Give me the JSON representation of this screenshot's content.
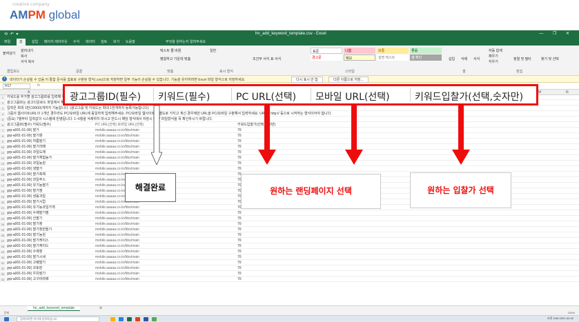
{
  "logo": {
    "tagline": "creative company",
    "part1": "AM",
    "part2": "PM",
    "part3": " global"
  },
  "excel": {
    "file_name": "hn_add_keyword_template.csv - Excel",
    "quick_access": "⟲ ↶ ▾",
    "window_controls": "— ❐ ✕",
    "tabs": [
      "파일",
      "홈",
      "삽입",
      "페이지 레이아웃",
      "수식",
      "데이터",
      "검토",
      "보기",
      "도움말"
    ],
    "tab_search": "무엇을 원하는지 알려주세요",
    "ribbon": {
      "groups": [
        "클립보드",
        "글꼴",
        "맞춤",
        "표시 형식",
        "스타일",
        "셀",
        "편집"
      ],
      "buttons": [
        "붙여넣기",
        "잘라내기",
        "복사",
        "서식 복사",
        "텍스트 줄 바꿈",
        "병합하고 가운데 맞춤",
        "일반",
        "조건부 서식",
        "표 서식",
        "삽입",
        "삭제",
        "서식",
        "자동 합계",
        "채우기",
        "지우기",
        "정렬 및 필터",
        "찾기 및 선택"
      ],
      "styles": [
        {
          "label": "표준",
          "bg": "#ffffff",
          "fg": "#333333"
        },
        {
          "label": "나쁨",
          "bg": "#ffc7ce",
          "fg": "#9c0006"
        },
        {
          "label": "보통",
          "bg": "#ffeb9c",
          "fg": "#9c5700"
        },
        {
          "label": "좋음",
          "bg": "#c6efce",
          "fg": "#006100"
        },
        {
          "label": "경고문",
          "bg": "#ffffff",
          "fg": "#ff0000"
        },
        {
          "label": "메모",
          "bg": "#ffffcc",
          "fg": "#333333"
        },
        {
          "label": "설명 텍스트",
          "bg": "#ffffff",
          "fg": "#7f7f7f"
        },
        {
          "label": "셀 확인",
          "bg": "#a5a5a5",
          "fg": "#ffffff"
        }
      ]
    },
    "message_bar": {
      "text": "데이터가 손실될 수 있음 이 통합 문서를 쉼표로 구분된 형식(.csv)으로 저장하면 일부 기능이 손실될 수 있습니다. 기능을 유지하려면 Excel 파일 형식으로 저장하세요.",
      "btn1": "다시 표시 안 함",
      "btn2": "다른 이름으로 저장..."
    },
    "name_box": "H17",
    "fx": "fx",
    "col_headers": [
      "A",
      "B",
      "C",
      "D",
      "E",
      "F",
      "G",
      "H",
      "I",
      "J",
      "K",
      "L",
      "M",
      "N"
    ],
    "rows": [
      {
        "n": "1",
        "a": "키워드를 추가할 광고그룹ID를 입력해 주세요.",
        "b": "",
        "d": ""
      },
      {
        "n": "2",
        "a": "광고그룹ID는 광고다운로드 파일에서 확인할 수 있습니다. 입찰가는 입력시 해당 값이 적용되며 미입력시 기본 입찰가가 적용됩니다.",
        "b": "",
        "d": ""
      },
      {
        "n": "3",
        "a": "입력은 최대 1만(10000)개까지 가능합니다. (광고그룹 및 키워드는 최대 1천개까지 등록가능합니다)",
        "b": "",
        "d": ""
      },
      {
        "n": "4",
        "a": "그룹의 웹사이트URL이 1개인 경우라도 PC/모바일 URL에 동일하게 입력해주세요. PC/모바일 웹사이트를 별도로 가지고 계신 경우에만 URL을 PC/모바일 구분해서 입력하세요. URL은 http:// 등으로 시작하는 형식이어야 합니다.",
        "b": "",
        "d": ""
      },
      {
        "n": "5",
        "a": "(중요) 7행부터 입력값이 시스템에 반영됩니다. 1~6행을 삭제하지 마시고 반드시 해당 형식에서 저장시 CSV 파일형식을 꼭 확인하시기 바랍니다.",
        "b": "",
        "d": ""
      },
      {
        "n": "6",
        "a": "광고그룹ID(필수)  키워드(필수)",
        "b": "PC URL(선택)       모바일 URL(선택)",
        "d": "키워드입찰가(선택,숫자만)"
      },
      {
        "n": "7",
        "a": "grp-a001-01-00( 딸기",
        "b": "mobile.aaaaa.co.kr/bbs/main",
        "d": "70"
      },
      {
        "n": "8",
        "a": "grp-a001-01-00( 딸기향",
        "b": "mobile.aaaaa.co.kr/bbs/main",
        "d": "70"
      },
      {
        "n": "9",
        "a": "grp-a001-01-00( 여름딸기",
        "b": "mobile.aaaaa.co.kr/bbs/main",
        "d": "70"
      },
      {
        "n": "10",
        "a": "grp-a001-01-00( 딸기라떼",
        "b": "mobile.aaaaa.co.kr/bbs/main",
        "d": "70"
      },
      {
        "n": "11",
        "a": "grp-a001-01-00( 과일도매",
        "b": "mobile.aaaaa.co.kr/bbs/main",
        "d": "70"
      },
      {
        "n": "12",
        "a": "grp-a001-01-00( 딸기체험농가",
        "b": "mobile.aaaaa.co.kr/bbs/main",
        "d": "70"
      },
      {
        "n": "13",
        "a": "grp-a001-01-00( 과일농원",
        "b": "mobile.aaaaa.co.kr/bbs/main",
        "d": "70"
      },
      {
        "n": "14",
        "a": "grp-a001-01-00( 냉딸기",
        "b": "mobile.aaaaa.co.kr/bbs/main",
        "d": "70"
      },
      {
        "n": "15",
        "a": "grp-a001-01-00( 딸기축제",
        "b": "mobile.aaaaa.co.kr/bbs/main",
        "d": "70"
      },
      {
        "n": "16",
        "a": "grp-a001-01-00( 과일주스",
        "b": "mobile.aaaaa.co.kr/bbs/main",
        "d": "70"
      },
      {
        "n": "17",
        "a": "grp-a001-01-00( 유기농딸기",
        "b": "mobile.aaaaa.co.kr/bbs/main",
        "d": "70"
      },
      {
        "n": "18",
        "a": "grp-a001-01-00( 딸기잼",
        "b": "mobile.aaaaa.co.kr/bbs/main",
        "d": "70"
      },
      {
        "n": "19",
        "a": "grp-a001-01-00( 냉동과일",
        "b": "mobile.aaaaa.co.kr/bbs/main",
        "d": "70"
      },
      {
        "n": "20",
        "a": "grp-a001-01-00( 딸기시럽",
        "b": "mobile.aaaaa.co.kr/bbs/main",
        "d": "70"
      },
      {
        "n": "21",
        "a": "grp-a001-01-00( 유기농과일가게",
        "b": "mobile.aaaaa.co.kr/bbs/main",
        "d": "70"
      },
      {
        "n": "22",
        "a": "grp-a001-01-00( 수제딸기잼",
        "b": "mobile.aaaaa.co.kr/bbs/main",
        "d": "70"
      },
      {
        "n": "23",
        "a": "grp-a001-01-00( 산딸기",
        "b": "mobile.aaaaa.co.kr/bbs/main",
        "d": "70"
      },
      {
        "n": "24",
        "a": "grp-a001-01-00( 딸기청",
        "b": "mobile.aaaaa.co.kr/bbs/main",
        "d": "70"
      },
      {
        "n": "25",
        "a": "grp-a001-01-00( 딸기청만들기",
        "b": "mobile.aaaaa.co.kr/bbs/main",
        "d": "70"
      },
      {
        "n": "26",
        "a": "grp-a001-01-00( 딸기농원",
        "b": "mobile.aaaaa.co.kr/bbs/main",
        "d": "70"
      },
      {
        "n": "27",
        "a": "grp-a001-01-00( 딸기케이스",
        "b": "mobile.aaaaa.co.kr/bbs/main",
        "d": "70"
      },
      {
        "n": "28",
        "a": "grp-a001-01-00( 딸기케이드",
        "b": "mobile.aaaaa.co.kr/bbs/main",
        "d": "70"
      },
      {
        "n": "29",
        "a": "grp-a001-01-00( 수제청",
        "b": "mobile.aaaaa.co.kr/bbs/main",
        "d": "70"
      },
      {
        "n": "30",
        "a": "grp-a001-01-00( 딸기시세",
        "b": "mobile.aaaaa.co.kr/bbs/main",
        "d": "70"
      },
      {
        "n": "31",
        "a": "grp-a001-01-00( 고랭딸기",
        "b": "mobile.aaaaa.co.kr/bbs/main",
        "d": "70"
      },
      {
        "n": "32",
        "a": "grp-a001-01-00( 코토핀",
        "b": "mobile.aaaaa.co.kr/bbs/main",
        "d": "70"
      },
      {
        "n": "33",
        "a": "grp-a001-01-00( 우유딸기",
        "b": "mobile.aaaaa.co.kr/bbs/main",
        "d": "70"
      },
      {
        "n": "34",
        "a": "grp-a001-01-00( 고구마라떼",
        "b": "mobile.aaaaa.co.kr/bbs/main",
        "d": "70"
      }
    ],
    "sheet_tab": "hn_add_keyword_template",
    "sheet_plus": "⊕",
    "status_ready": "준비",
    "zoom": "100%",
    "taskbar_search": "검색하려면 여기에 입력하십시오.",
    "taskbar_clock": "오후 3:56  2021-02-02"
  },
  "annotation": {
    "headers": [
      "광고그룹ID(필수)",
      "키워드(필수)",
      "PC URL(선택)",
      "모바일 URL(선택)",
      "키워드입찰가(선택,숫자만)"
    ],
    "label_done": "해결완료",
    "label_landing": "원하는 랜딩페이지 선택",
    "label_bid": "원하는 입찰가 선택",
    "colors": {
      "highlight_red": "#ee0d0d",
      "excel_green": "#1e6e42"
    }
  }
}
